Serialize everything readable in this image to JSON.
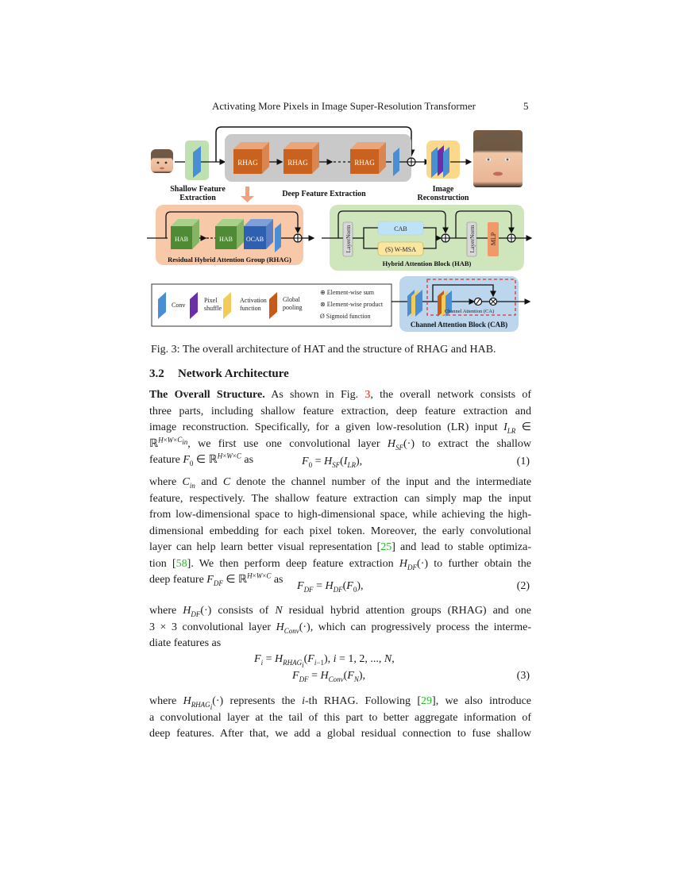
{
  "header": {
    "running_title": "Activating More Pixels in Image Super-Resolution Transformer",
    "page_number": "5"
  },
  "figure": {
    "number": "3",
    "caption": "Fig. 3: The overall architecture of HAT and the structure of RHAG and HAB.",
    "top_pipeline": {
      "stages": [
        "Shallow Feature Extraction",
        "Deep Feature Extraction",
        "Image Reconstruction"
      ],
      "shallow_label_lines": [
        "Shallow Feature",
        "Extraction"
      ],
      "deep_label": "Deep Feature Extraction",
      "recon_label_lines": [
        "Image",
        "Reconstruction"
      ],
      "blocks": [
        "RHAG",
        "RHAG",
        "RHAG"
      ]
    },
    "rhag": {
      "title": "Residual Hybrid Attention Group (RHAG)",
      "blocks": [
        "HAB",
        "HAB",
        "OCAB"
      ]
    },
    "hab": {
      "title": "Hybrid Attention Block (HAB)",
      "layernorm": "LayerNorm",
      "cab": "CAB",
      "wmsa": "(S) W-MSA",
      "mlp": "MLP"
    },
    "cab": {
      "title": "Channel Attention Block (CAB)",
      "ca_label": "Channel Attention (CA)"
    },
    "legend": {
      "items": [
        {
          "label_lines": [
            "Conv"
          ],
          "color": "#4a8fd4"
        },
        {
          "label_lines": [
            "Pixel",
            "shuffle"
          ],
          "color": "#6a2fa8"
        },
        {
          "label_lines": [
            "Activation",
            "function"
          ],
          "color": "#f0cd5a"
        },
        {
          "label_lines": [
            "Global",
            "pooling"
          ],
          "color": "#c75a1a"
        }
      ],
      "symbols": [
        {
          "glyph": "⊕",
          "label": "Element-wise sum"
        },
        {
          "glyph": "⊗",
          "label": "Element-wise product"
        },
        {
          "glyph": "Ø",
          "label": "Sigmoid function"
        }
      ]
    },
    "colors": {
      "rhag_orange": "#c8621e",
      "rhag_bg": "#f7c9a8",
      "hab_green": "#4f8a35",
      "hab_bg": "#cfe6bd",
      "ocab_blue": "#2f5fb0",
      "cab_bg": "#bcd6ee",
      "deep_bg": "#c9c9c9",
      "recon_bg": "#fbd88a",
      "shallow_bg": "#bfe0b0",
      "mlp": "#f09a6a",
      "cab_box": "#bfe3f6",
      "wmsa_box": "#fbe6a0",
      "dash_red": "#e03030"
    }
  },
  "section": {
    "number": "3.2",
    "title": "Network Architecture"
  },
  "paragraph1": {
    "lead": "The Overall Structure.",
    "lines": [
      "As shown in Fig. 3, the overall network consists of",
      "three parts, including shallow feature extraction, deep feature extraction and",
      "image reconstruction. Specifically, for a given low-resolution (LR) input I_LR ∈",
      "ℝ^{H×W×C_in}, we first use one convolutional layer H_SF(·) to extract the shallow",
      "feature F_0 ∈ ℝ^{H×W×C} as"
    ],
    "fig_ref": "3"
  },
  "equations": [
    {
      "text": "F0 = HSF(ILR),",
      "number": "(1)"
    },
    {
      "text": "FDF = HDF(F0),",
      "number": "(2)"
    },
    {
      "text": "Fi = HRHAGi(Fi−1), i = 1, 2, ..., N, FDF = HConv(FN),",
      "number": "(3)"
    }
  ],
  "paragraph2": {
    "lines": [
      "where C_in and C denote the channel number of the input and the intermediate",
      "feature, respectively. The shallow feature extraction can simply map the input",
      "from low-dimensional space to high-dimensional space, while achieving the high-",
      "dimensional embedding for each pixel token. Moreover, the early convolutional",
      "layer can help learn better visual representation [25] and lead to stable optimiza-",
      "tion [58]. We then perform deep feature extraction H_DF(·) to further obtain the",
      "deep feature F_DF ∈ ℝ^{H×W×C} as"
    ],
    "refs": [
      "25",
      "58"
    ]
  },
  "paragraph3": {
    "lines": [
      "where H_DF(·) consists of N residual hybrid attention groups (RHAG) and one",
      "3 × 3 convolutional layer H_Conv(·), which can progressively process the interme-",
      "diate features as"
    ]
  },
  "paragraph4": {
    "lines": [
      "where H_RHAG_i(·) represents the i-th RHAG. Following [29], we also introduce",
      "a convolutional layer at the tail of this part to better aggregate information of",
      "deep features. After that, we add a global residual connection to fuse shallow"
    ],
    "refs": [
      "29"
    ]
  },
  "text": {
    "as_shown": "As shown in Fig.",
    "overall_rest": ", the overall network consists of",
    "p1l2": "three parts, including shallow feature extraction, deep feature extraction and",
    "p1l3a": "image reconstruction. Specifically, for a given low-resolution (LR) input",
    "p1l4b": ", we first use one convolutional layer",
    "p1l4c": "to extract the shallow",
    "p1l5a": "feature",
    "as": "as",
    "where": "where",
    "and": "and",
    "p2l1c": "denote the channel number of the input and the intermediate",
    "p2l2": "feature, respectively. The shallow feature extraction can simply map the input",
    "p2l3": "from low-dimensional space to high-dimensional space, while achieving the high-",
    "p2l4": "dimensional embedding for each pixel token. Moreover, the early convolutional",
    "p2l5a": "layer can help learn better visual representation",
    "p2l5b": "and lead to stable optimiza-",
    "p2l6a": "tion",
    "p2l6b": ". We then perform deep feature extraction",
    "p2l6c": "to further obtain the",
    "p2l7a": "deep feature",
    "p3l1b": "consists of",
    "p3l1c": "residual hybrid attention groups (RHAG) and one",
    "p3l2a": "3 × 3 convolutional layer",
    "p3l2b": ", which can progressively process the interme-",
    "p3l3": "diate features as",
    "p4l1b": "represents the",
    "p4l1c": "-th RHAG. Following",
    "p4l1d": ", we also introduce",
    "p4l2": "a convolutional layer at the tail of this part to better aggregate information of",
    "p4l3": "deep features. After that, we add a global residual connection to fuse shallow",
    "i_sym": "i",
    "ref25": "25",
    "ref58": "58",
    "ref29": "29"
  }
}
